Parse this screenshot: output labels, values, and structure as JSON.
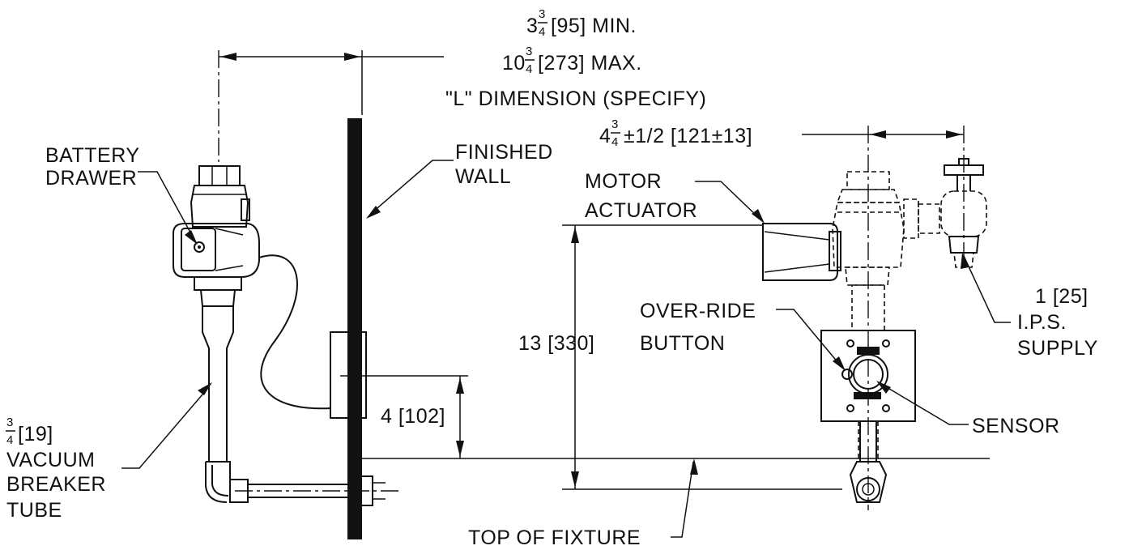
{
  "labels": {
    "dim_min_whole": "3",
    "dim_min_num": "3",
    "dim_min_den": "4",
    "dim_min_rest": "[95] MIN.",
    "dim_max_whole": "10",
    "dim_max_num": "3",
    "dim_max_den": "4",
    "dim_max_rest": "[273] MAX.",
    "l_dimension": "\"L\" DIMENSION (SPECIFY)",
    "offset_whole": "4",
    "offset_num": "3",
    "offset_den": "4",
    "offset_rest": "±1/2 [121±13]",
    "battery_line1": "BATTERY",
    "battery_line2": "DRAWER",
    "wall_line1": "FINISHED",
    "wall_line2": "WALL",
    "motor_line1": "MOTOR",
    "motor_line2": "ACTUATOR",
    "override_line1": "OVER-RIDE",
    "override_line2": "BUTTON",
    "height_13": "13 [330]",
    "height_4": "4 [102]",
    "supply_line1": "1 [25]",
    "supply_line2": "I.P.S.",
    "supply_line3": "SUPPLY",
    "sensor": "SENSOR",
    "tube_num": "3",
    "tube_den": "4",
    "tube_rest": "[19]",
    "tube_line2": "VACUUM",
    "tube_line3": "BREAKER",
    "tube_line4": "TUBE",
    "fixture": "TOP OF FIXTURE"
  }
}
